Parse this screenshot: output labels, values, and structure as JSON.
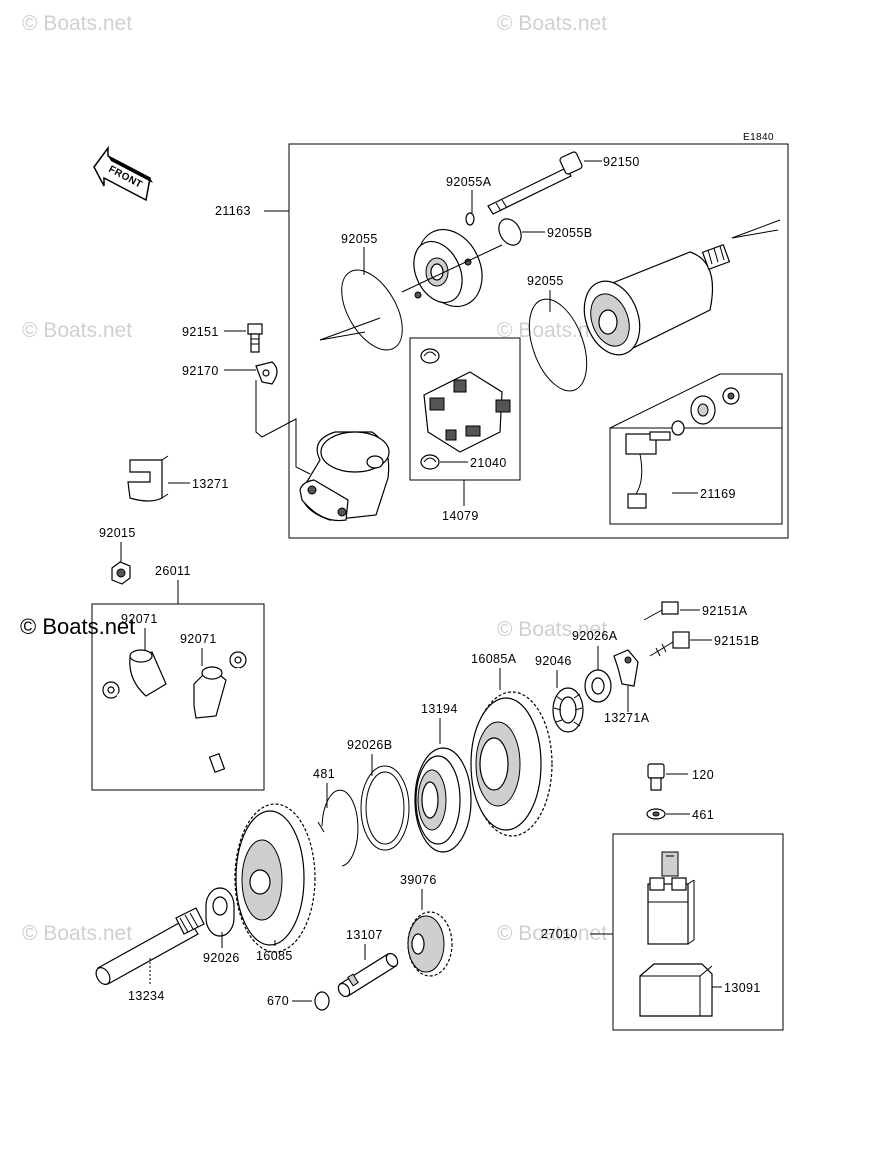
{
  "diagram_code": "E1840",
  "front_label": "FRONT",
  "watermark": {
    "faint": "© Boats.net",
    "prominent": "© Boats.net"
  },
  "parts": {
    "p92150": "92150",
    "p92055A": "92055A",
    "p21163": "21163",
    "p92055B": "92055B",
    "p92055_left": "92055",
    "p92055_right": "92055",
    "p92151": "92151",
    "p92170": "92170",
    "p21040": "21040",
    "p13271": "13271",
    "p21169": "21169",
    "p14079": "14079",
    "p92015": "92015",
    "p26011": "26011",
    "p92151A": "92151A",
    "p92071_a": "92071",
    "p92071_b": "92071",
    "p92026A": "92026A",
    "p92151B": "92151B",
    "p16085A": "16085A",
    "p92046": "92046",
    "p13194": "13194",
    "p13271A": "13271A",
    "p92026B": "92026B",
    "p120": "120",
    "p481": "481",
    "p461": "461",
    "p39076": "39076",
    "p27010": "27010",
    "p13107": "13107",
    "p92026": "92026",
    "p16085": "16085",
    "p13091": "13091",
    "p670": "670",
    "p13234": "13234"
  }
}
